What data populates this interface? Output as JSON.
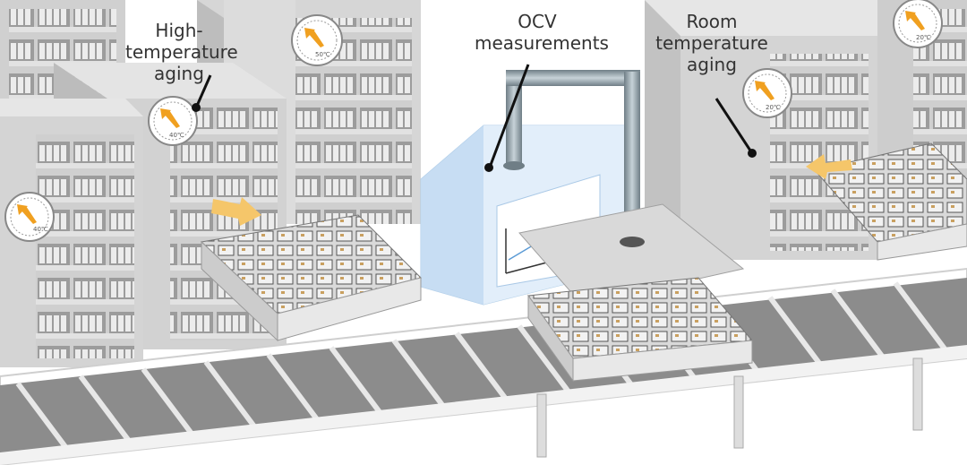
{
  "labels": {
    "high_temp": [
      "High-",
      "temperature",
      "aging"
    ],
    "ocv": [
      "OCV",
      "measurements"
    ],
    "room_temp": [
      "Room",
      "temperature",
      "aging"
    ]
  },
  "gauges": {
    "g1": "40℃",
    "g2": "40℃",
    "g3": "50℃",
    "g4": "20℃",
    "g5": "20℃"
  },
  "colors": {
    "shelf": "#d3d3d3",
    "shelf_dark": "#b8b8b8",
    "shelf_top": "#e6e6e6",
    "conveyor": "#6b6b6b",
    "ocv_box": "#d6e8f8",
    "arrow": "#f5c66a",
    "gauge_needle": "#f0a020",
    "pipe": "#8a9aa3"
  }
}
